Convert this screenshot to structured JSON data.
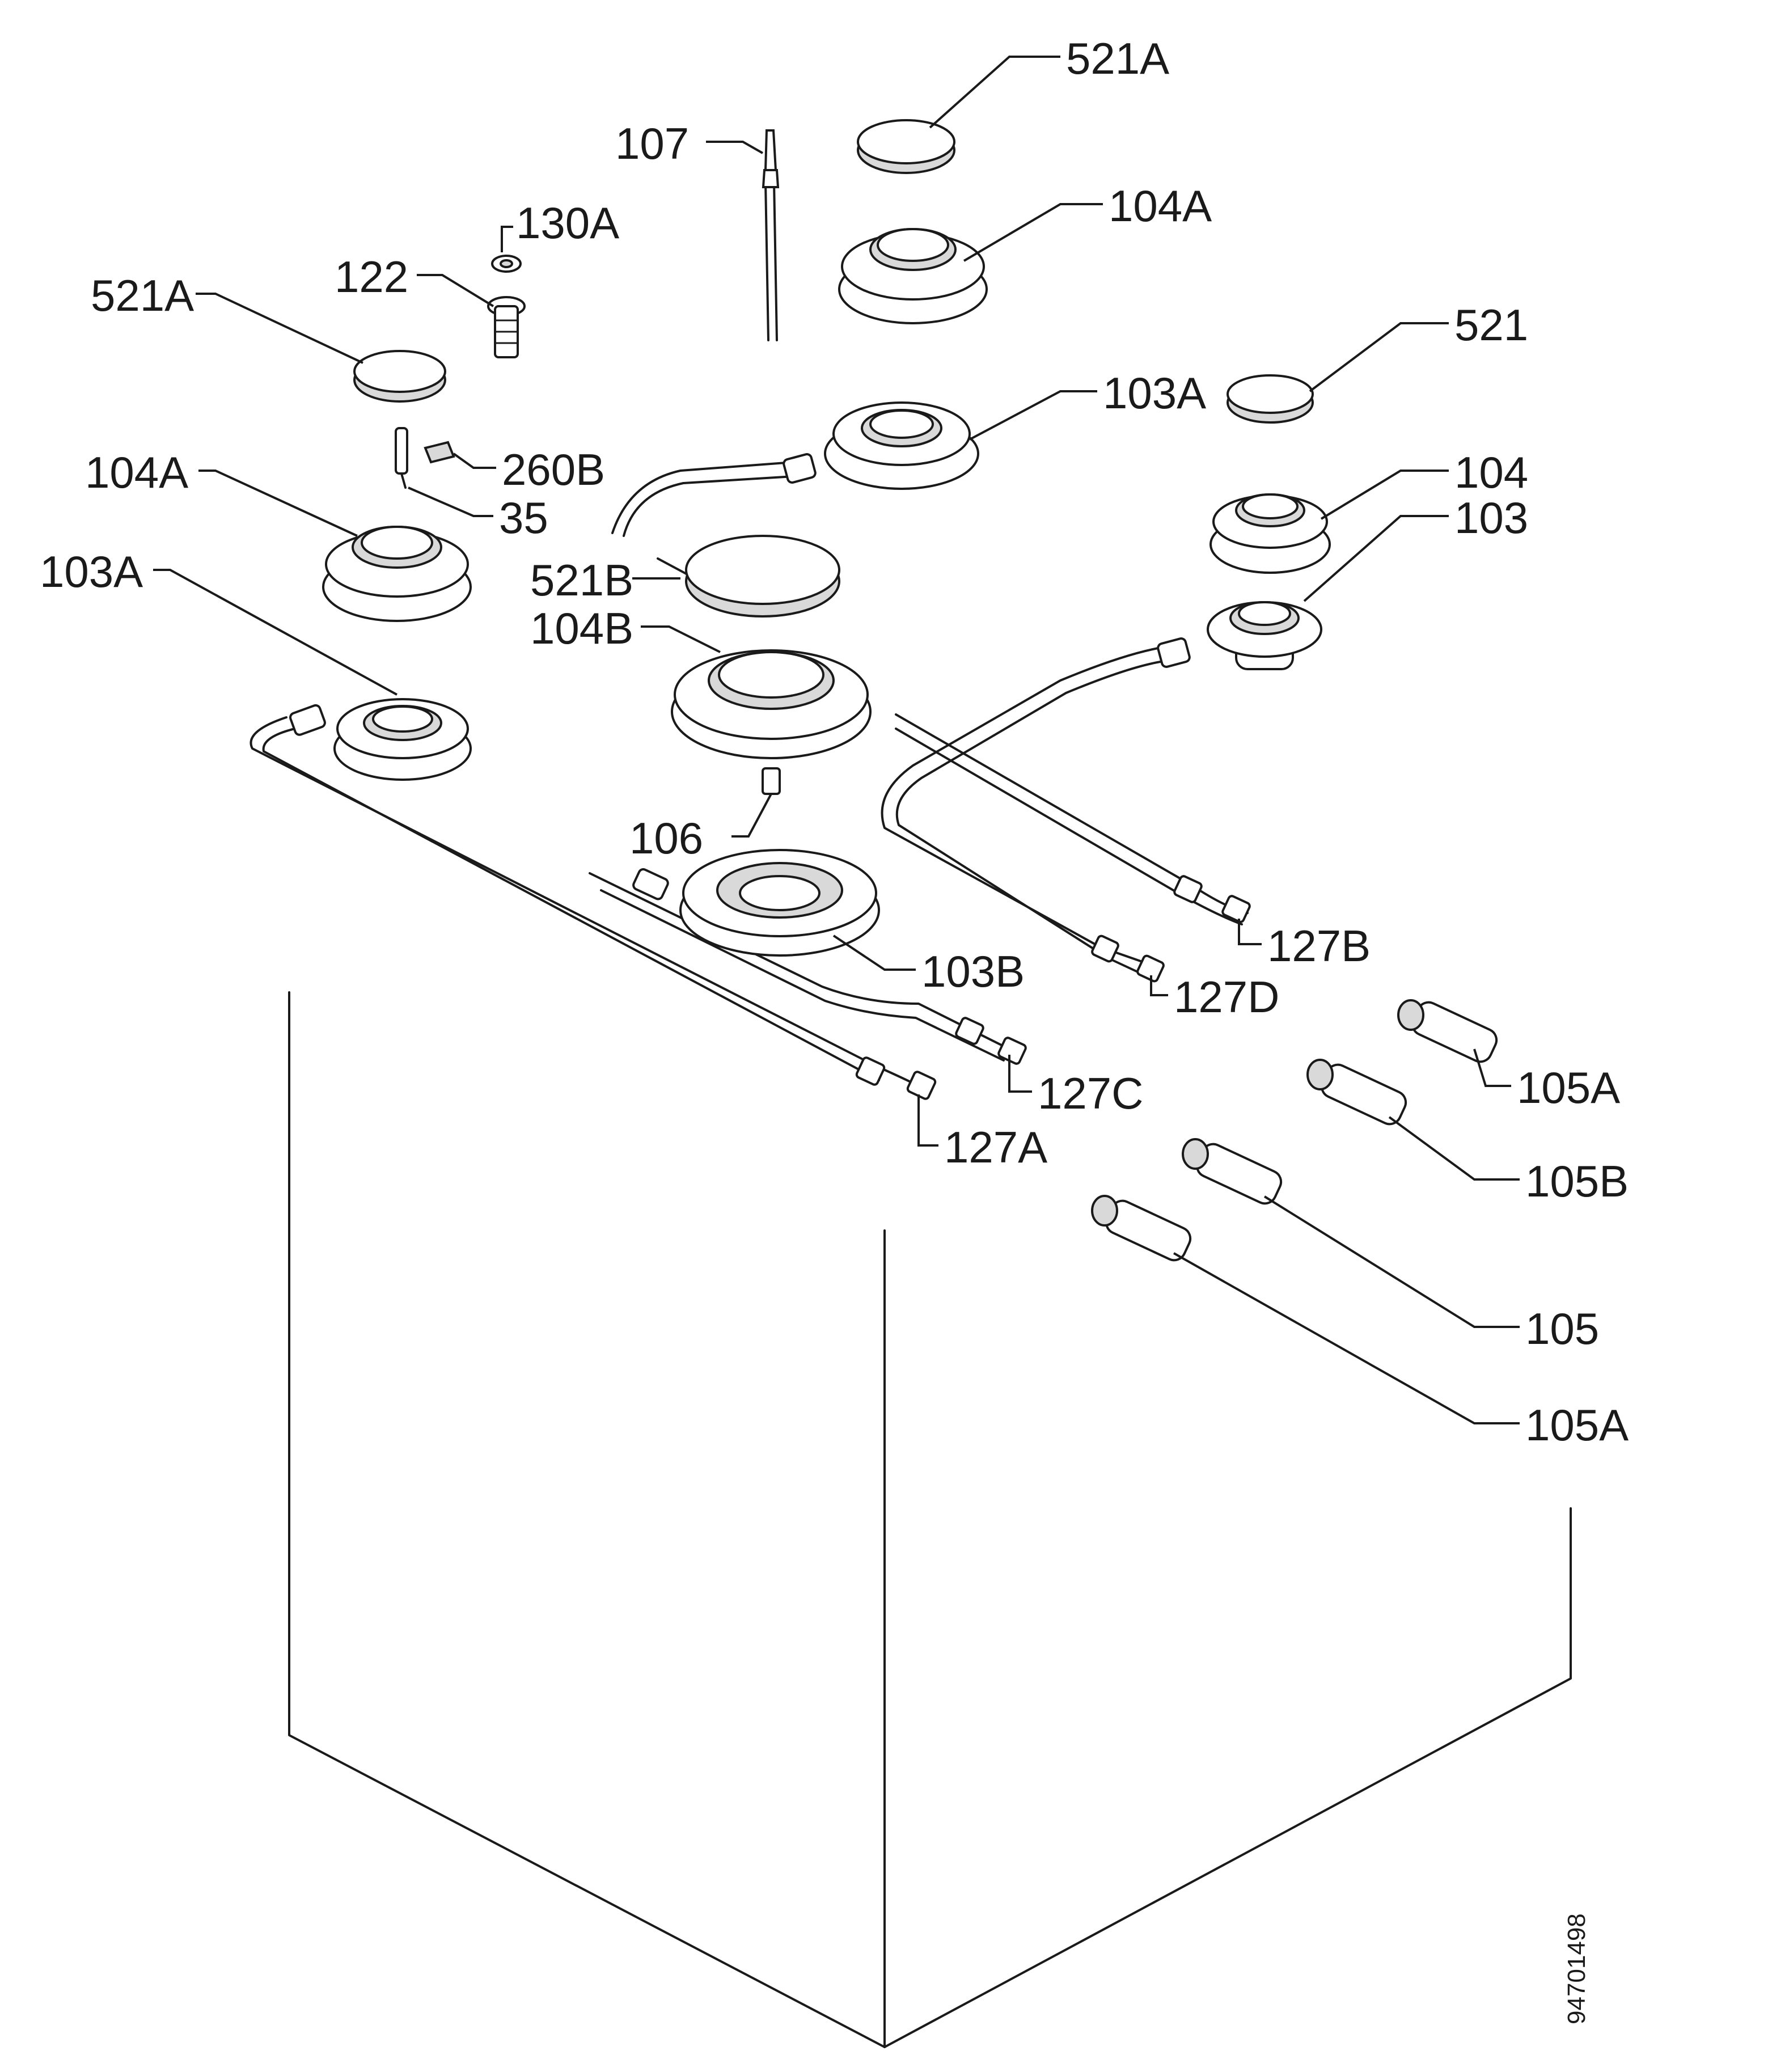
{
  "diagram": {
    "labels": {
      "l_107": "107",
      "l_521A_top": "521A",
      "l_104A_top": "104A",
      "l_130A": "130A",
      "l_122": "122",
      "l_521A_left": "521A",
      "l_521": "521",
      "l_103A_mid": "103A",
      "l_260B": "260B",
      "l_35": "35",
      "l_104A_left": "104A",
      "l_104": "104",
      "l_103": "103",
      "l_521B": "521B",
      "l_103A_left": "103A",
      "l_104B": "104B",
      "l_106": "106",
      "l_127B": "127B",
      "l_103B": "103B",
      "l_127D": "127D",
      "l_127C": "127C",
      "l_105A_top": "105A",
      "l_127A": "127A",
      "l_105B": "105B",
      "l_105": "105",
      "l_105A_bottom": "105A"
    },
    "drawing_code": "94701498"
  }
}
